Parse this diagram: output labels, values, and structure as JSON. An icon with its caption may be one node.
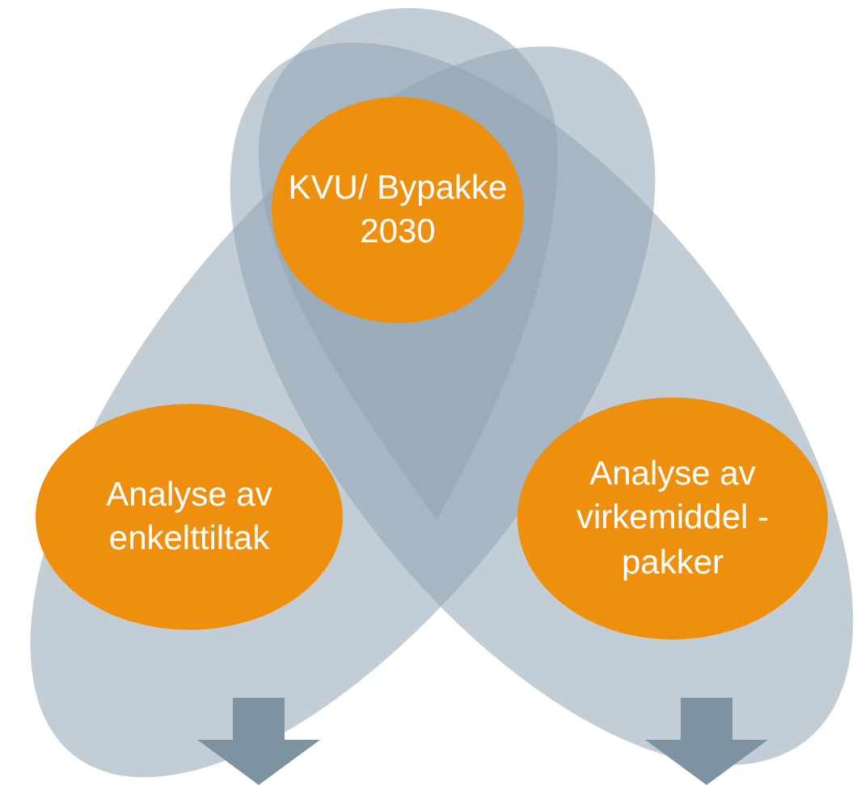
{
  "diagram": {
    "nodes": [
      {
        "text": [
          "KVU/ Bypakke 2030"
        ]
      },
      {
        "text": [
          "Analyse av enkelttiltak"
        ]
      },
      {
        "text": [
          "Analyse av virkemiddel -pakker"
        ]
      }
    ]
  }
}
